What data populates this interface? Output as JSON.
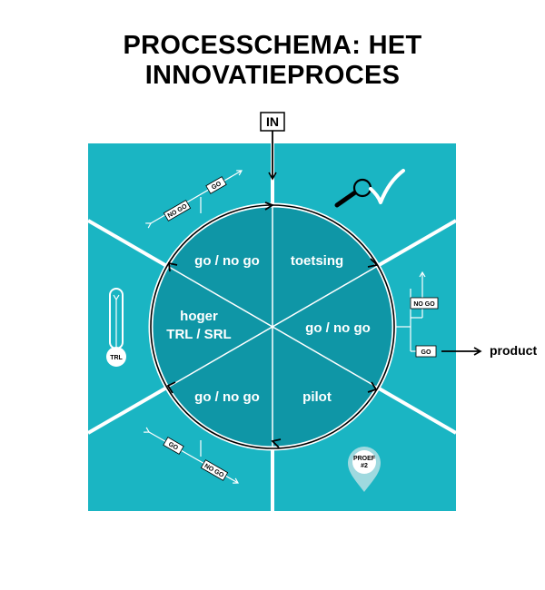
{
  "title": "PROCESSCHEMA: HET INNOVATIEPROCES",
  "input_label": "IN",
  "output_label": "product",
  "segments": {
    "top_left": "go / no go",
    "top_right": "toetsing",
    "right": "go / no go",
    "bottom_right": "pilot",
    "bottom_left": "go / no go",
    "left_line1": "hoger",
    "left_line2": "TRL / SRL"
  },
  "decision_tags": {
    "go": "GO",
    "no_go": "NO GO"
  },
  "thermometer_label": "TRL",
  "pin_label_line1": "PROEF",
  "pin_label_line2": "#2",
  "icons": [
    "magnifier-icon",
    "checkmark-icon",
    "thermometer-icon",
    "location-pin-icon"
  ],
  "colors": {
    "outer": "#1ab5c3",
    "inner": "#0f96a6",
    "divider": "#ffffff",
    "ring": "#000000"
  }
}
